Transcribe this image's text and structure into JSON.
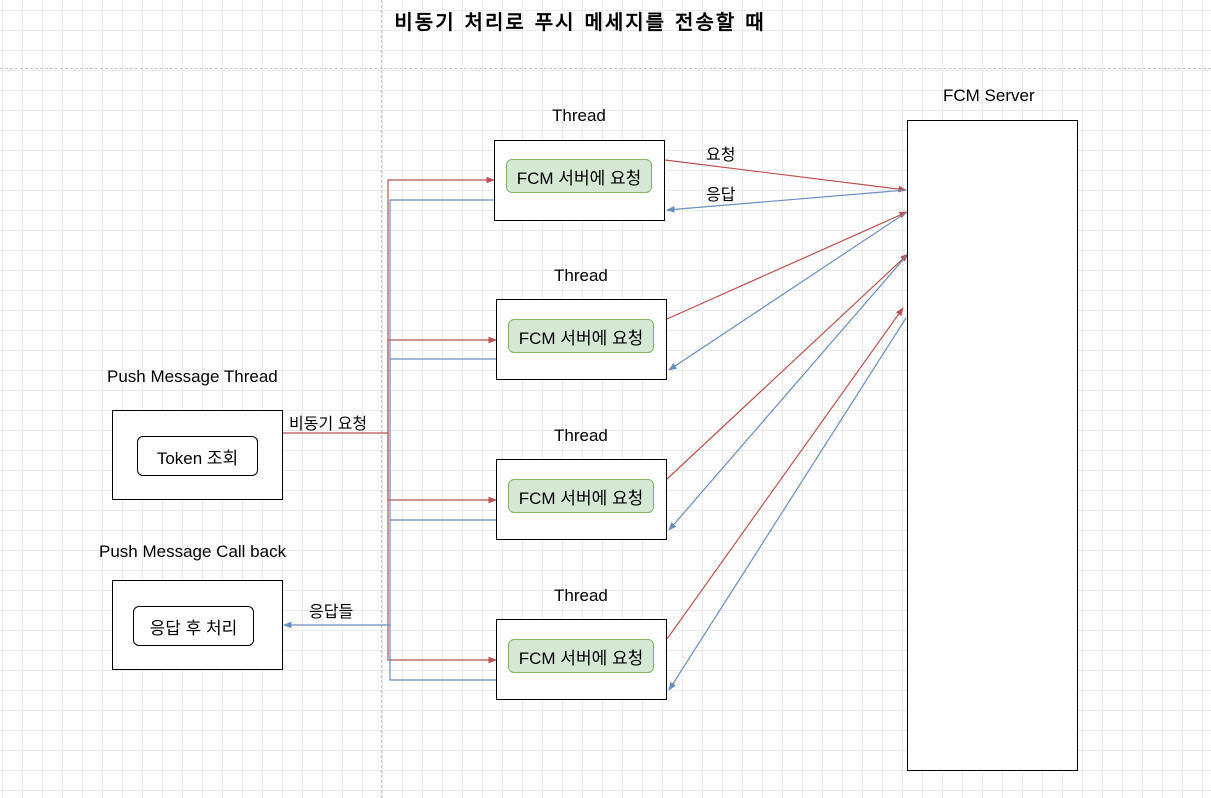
{
  "title": "비동기 처리로 푸시 메세지를 전송할 때",
  "push_thread": {
    "label": "Push Message Thread",
    "inner": "Token 조회"
  },
  "callback": {
    "label": "Push Message Call back",
    "inner": "응답 후 처리"
  },
  "edge_labels": {
    "async_request": "비동기 요청",
    "responses": "응답들",
    "request": "요청",
    "response": "응답"
  },
  "threads": [
    {
      "label": "Thread",
      "inner": "FCM 서버에 요청"
    },
    {
      "label": "Thread",
      "inner": "FCM 서버에 요청"
    },
    {
      "label": "Thread",
      "inner": "FCM 서버에 요청"
    },
    {
      "label": "Thread",
      "inner": "FCM 서버에 요청"
    }
  ],
  "server": {
    "label": "FCM Server"
  },
  "colors": {
    "request": "#b85450",
    "response": "#6c8ebf",
    "task_fill": "#d5e8d4",
    "task_border": "#82b366"
  }
}
